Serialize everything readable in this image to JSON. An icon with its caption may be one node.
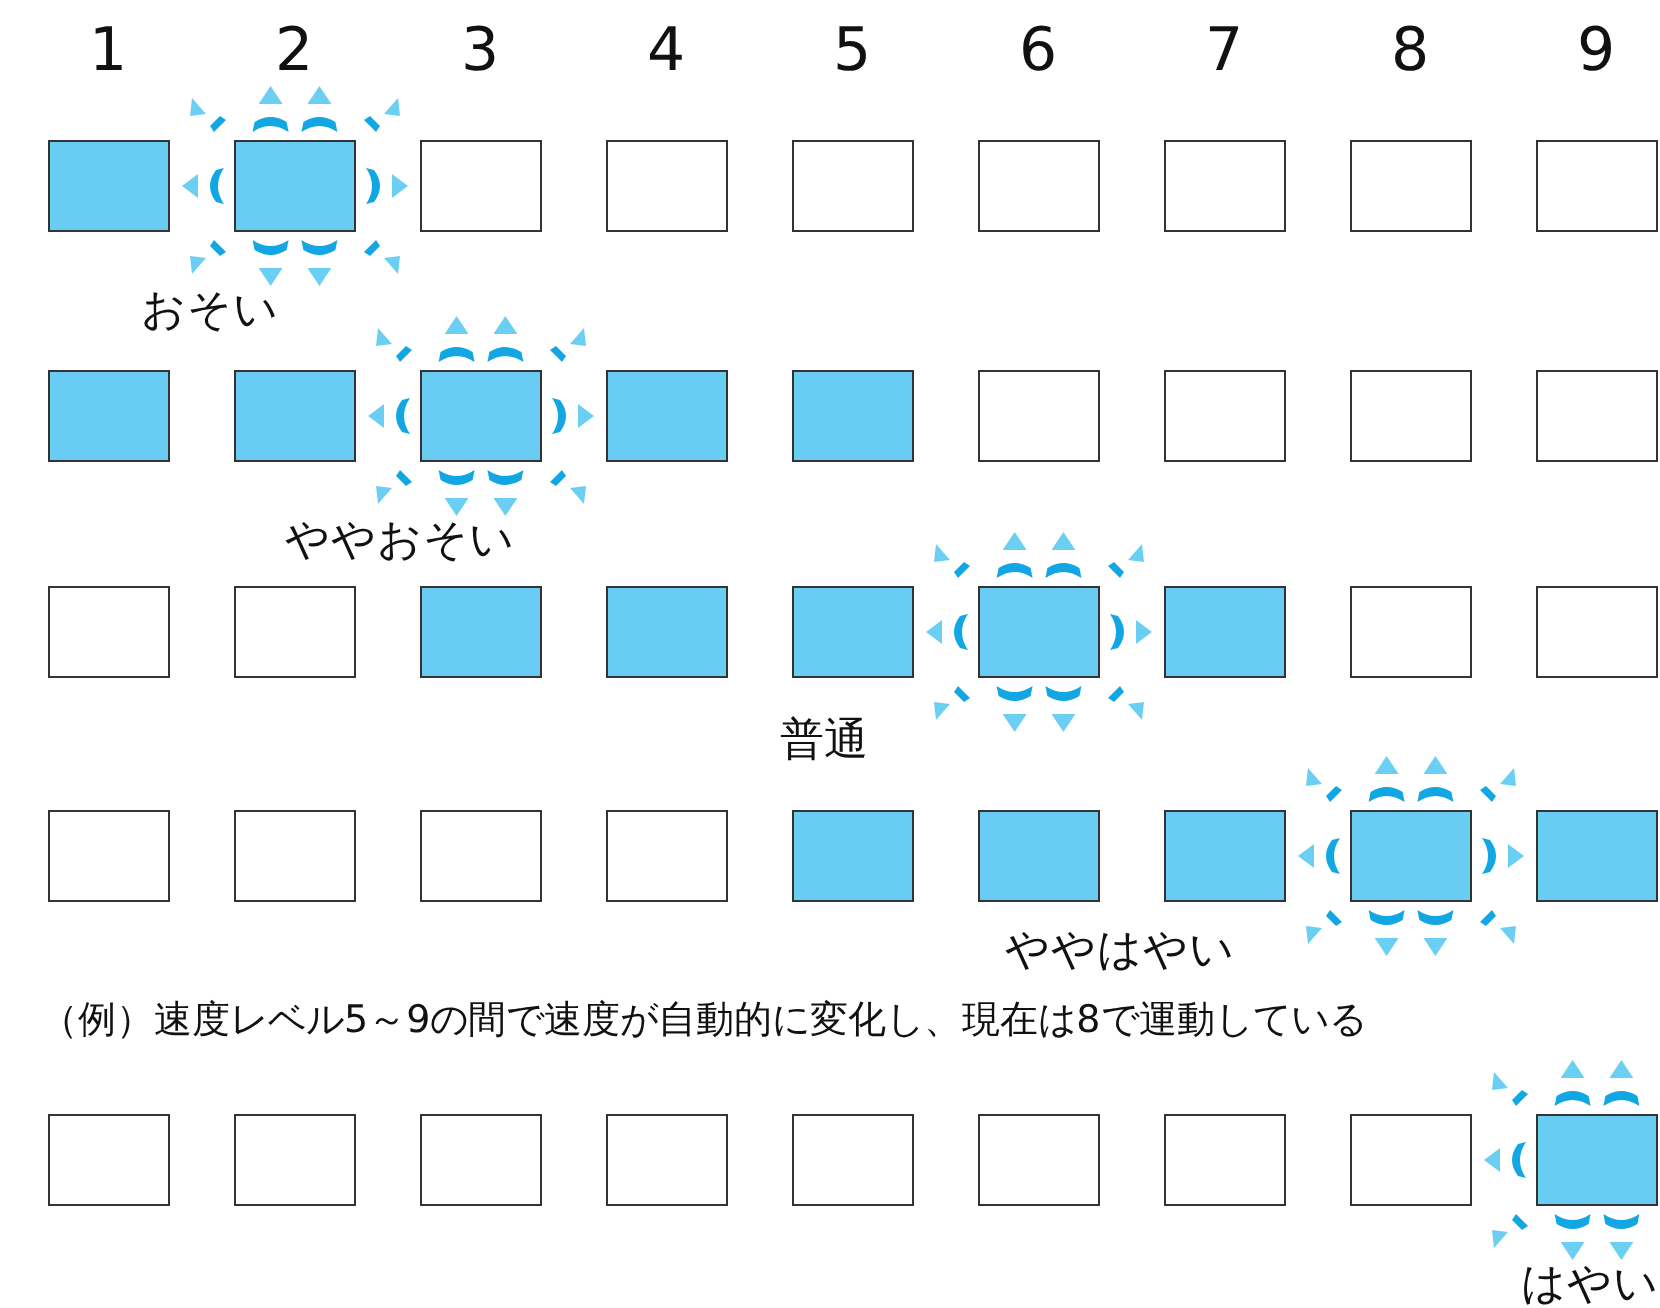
{
  "diagram": {
    "nodes": [
      {
        "text": [],
        "shape": "box"
      },
      {
        "text": [],
        "shape": "box"
      },
      {
        "text": [],
        "shape": "box"
      },
      {
        "text": [],
        "shape": "box"
      },
      {
        "text": [],
        "shape": "box"
      },
      {
        "text": [],
        "shape": "box"
      },
      {
        "text": [],
        "shape": "box"
      },
      {
        "text": [],
        "shape": "box"
      },
      {
        "text": [],
        "shape": "box"
      },
      {
        "text": [],
        "shape": "box"
      },
      {
        "text": [],
        "shape": "box"
      },
      {
        "text": [],
        "shape": "box"
      },
      {
        "text": [],
        "shape": "box"
      },
      {
        "text": [],
        "shape": "box"
      },
      {
        "text": [],
        "shape": "box"
      },
      {
        "text": [],
        "shape": "box"
      },
      {
        "text": [],
        "shape": "box"
      },
      {
        "text": [],
        "shape": "box"
      },
      {
        "text": [],
        "shape": "box"
      },
      {
        "text": [],
        "shape": "box"
      },
      {
        "text": [],
        "shape": "box"
      },
      {
        "text": [],
        "shape": "box"
      },
      {
        "text": [],
        "shape": "box"
      },
      {
        "text": [],
        "shape": "box"
      },
      {
        "text": [],
        "shape": "box"
      },
      {
        "text": [],
        "shape": "box"
      },
      {
        "text": [],
        "shape": "box"
      },
      {
        "text": [],
        "shape": "box"
      },
      {
        "text": [],
        "shape": "box"
      },
      {
        "text": [],
        "shape": "box"
      },
      {
        "text": [],
        "shape": "box"
      },
      {
        "text": [],
        "shape": "box"
      },
      {
        "text": [],
        "shape": "box"
      },
      {
        "text": [],
        "shape": "box"
      },
      {
        "text": [],
        "shape": "box"
      },
      {
        "text": [],
        "shape": "box"
      },
      {
        "text": [],
        "shape": "box"
      },
      {
        "text": [],
        "shape": "box"
      },
      {
        "text": [],
        "shape": "box"
      },
      {
        "text": [],
        "shape": "box"
      },
      {
        "text": [],
        "shape": "box"
      },
      {
        "text": [],
        "shape": "box"
      },
      {
        "text": [],
        "shape": "box"
      },
      {
        "text": [],
        "shape": "box"
      },
      {
        "text": [],
        "shape": "box"
      }
    ],
    "labels": [
      "1",
      "2",
      "3",
      "4",
      "5",
      "6",
      "7",
      "8",
      "9",
      "おそい",
      "ややおそい",
      "普通",
      "ややはやい",
      "（例）速度レベル5～9の間で速度が自動的に変化し、現在は8で運動している",
      "はやい"
    ]
  }
}
